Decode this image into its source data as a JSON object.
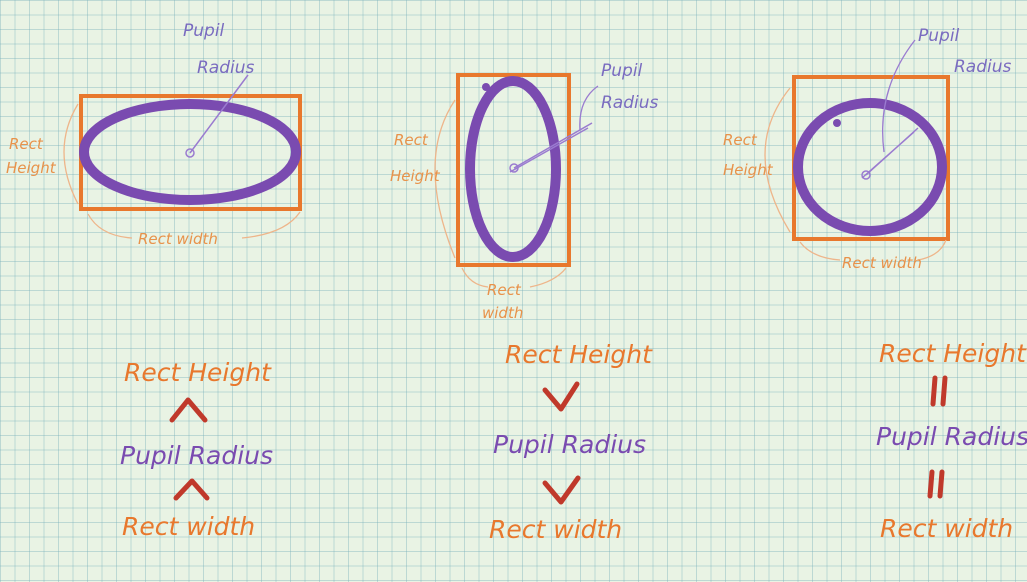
{
  "colors": {
    "rect": "#e8782d",
    "pupil": "#7a4bb0",
    "relation": "#c0392b",
    "label_orange": "#e8924a",
    "label_purple": "#7a6cc0"
  },
  "panels": [
    {
      "pupil_label": [
        "Pupil",
        "Radius"
      ],
      "height_label": [
        "Rect",
        "Height"
      ],
      "width_label": "Rect width",
      "top": "Rect Height",
      "relation_top": "^",
      "middle": "Pupil Radius",
      "relation_bottom": "^",
      "bottom": "Rect width"
    },
    {
      "pupil_label": [
        "Pupil",
        "Radius"
      ],
      "height_label": [
        "Rect",
        "Height"
      ],
      "width_label": [
        "Rect",
        "width"
      ],
      "top": "Rect Height",
      "relation_top": "v",
      "middle": "Pupil Radius",
      "relation_bottom": "v",
      "bottom": "Rect width"
    },
    {
      "pupil_label": [
        "Pupil",
        "Radius"
      ],
      "height_label": [
        "Rect",
        "Height"
      ],
      "width_label": "Rect width",
      "top": "Rect Height",
      "relation_top": "||",
      "middle": "Pupil Radius",
      "relation_bottom": "||",
      "bottom": "Rect width"
    }
  ]
}
